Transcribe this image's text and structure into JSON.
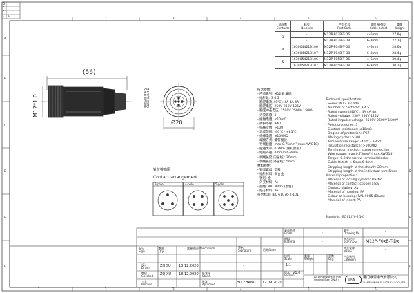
{
  "frame": {
    "top_cols": [
      "1",
      "2",
      "3",
      "4",
      "5",
      "6"
    ],
    "bottom_cols": [
      "1",
      "2",
      "3",
      "4",
      "5",
      "6"
    ],
    "left_rows": [
      "A",
      "B",
      "C",
      "D",
      "E",
      "F"
    ],
    "right_rows": [
      "A",
      "B",
      "C",
      "D",
      "E",
      "F"
    ]
  },
  "revision_corner": {
    "r1": "G",
    "r2": "F",
    "r3": "F",
    "r4": "F",
    "r5": "F"
  },
  "spec_table": {
    "headers": {
      "contacts": "插针数\nContacts",
      "code": "料号\nNo.code",
      "part": "产品代号\nPart Code",
      "cable": "电缆直径(D)\nCable outlet",
      "weight": "重量\nWeight"
    },
    "rows": [
      {
        "contacts": "3",
        "code": "-",
        "part": "M12P-F03B-T-D6",
        "cable": "4-6mm",
        "weight": "27.9g"
      },
      {
        "contacts": "",
        "code": "-",
        "part": "M12P-F03B-T-D8",
        "cable": "6-8mm",
        "weight": "27.7g"
      },
      {
        "contacts": "4",
        "code": "1630044213106",
        "part": "M12P-F04B-T-D6",
        "cable": "4-6mm",
        "weight": "28.6g"
      },
      {
        "contacts": "",
        "code": "1630044213107",
        "part": "M12P-F04B-T-D8",
        "cable": "6-8mm",
        "weight": "28.4g"
      },
      {
        "contacts": "5",
        "code": "1630054213106",
        "part": "M12P-F05B-T-D6",
        "cable": "4-6mm",
        "weight": "30.4g"
      },
      {
        "contacts": "",
        "code": "1630054213107",
        "part": "M12P-F05B-T-D8",
        "cable": "6-8mm",
        "weight": "30.2g"
      }
    ]
  },
  "drawing": {
    "dim_length": "(56)",
    "dim_diameter": "Ø20",
    "thread_label": "M12*1.0",
    "cable_label": "电缆出线 D:6.5\nCable outlet D"
  },
  "tech_cn": {
    "title": "技术参数:",
    "lines": [
      "- 产品系列: M12-B 编码",
      "- 插针数:                3       4       5",
      "- 额定电流(40℃):      4A     4A     4A",
      "- 额定电压:           250V   250V   125V",
      "- 额定冲击电压:     2500V  2500V  1500V",
      "- 污染等级:               3",
      "- 接触电阻:           ≤10mΩ",
      "- 防护等级:           IP67",
      "- 插拔次数:           >100",
      "- 温度范围:           -40℃ - +85℃",
      "- 绝缘电阻:           ≥100MΩ",
      "- 端接方式:           螺钉接驳",
      "- 导线截面:    max.0.75mm²(max.AWG18)",
      "- 扭矩大小:           0.2Nm (螺钉接驳)",
      "- 线缆外径:           4-6mm,6-8mm",
      "- 剥线长度(内层线):  20mm",
      "- 剥线长度(外层线):  5mm",
      "材料特性:",
      "- 锁紧螺母:           塑料",
      "- 插针材料:           铜合金",
      "- 镀层:               金",
      "- 外壳材料:           PA",
      "- 颜色:               RAL 9005 (黑色)",
      "- 插芯材料:           PA",
      "",
      "符合标准: IEC 61076-2-101"
    ]
  },
  "tech_en": {
    "title": "Technical specification:",
    "lines": [
      "- Series: M12 B-Code",
      "- Number of contacts:   3       4       5",
      "- Rated current(40℃):  4A     4A     4A",
      "- Rated voltage:          250V   250V   125V",
      "- Rated impulse voltage: 2500V 2500V 1500V",
      "- Pollution degree:   3",
      "- Contact resistance: ≤10mΩ",
      "- Degree of protection: IP67",
      "- Mating cycles: >100",
      "- Temperature range: -40℃ - +85℃",
      "- Insulation resistance: >100MΩ",
      "- Termination method: screw connection",
      "- Wire gauge: max.0.75mm² (max.AWG18)",
      "- Torque: 0.2Nm (screw terminal blocks)",
      "- Cable Outlet: 4-6mm,6-8mm",
      "- Stripping length of the sheath: 20mm",
      "- Stripping length of the individual wire:5mm",
      "Material properties:",
      "- Material of locking system: Plastic",
      "- Material of contact: copper alloy",
      "- Contact plating: Au",
      "- Material of housing: PA",
      "- Colour of housing: RAL 9005 (Black)",
      "- Material of insert: PA",
      "",
      "Standards: IEC 61076-2-101"
    ]
  },
  "contacts": {
    "title_cn": "针位排布图",
    "title_en": "Contact arrangement",
    "poles": [
      "3-pole",
      "4-pole",
      "5-pole"
    ]
  },
  "title_block": {
    "change_record": "变更描述/Description",
    "sig_label": "签名\nSignature",
    "date_label": "日期/Date",
    "mark_label": "标记\nSign",
    "qty_label": "数量\nQty",
    "drawn": "设计\nDrawn",
    "drawn_name": "ZH SU",
    "drawn_date": "18.12.2020",
    "checked": "审核\nChecked",
    "checked_name": "ZQ XU",
    "checked_date": "18.12.2020",
    "process": "工艺\nProcess",
    "approved": "批准\nApproved",
    "approved_name": "HQ ZHANG",
    "approved_date": "17.09.2020",
    "std_label": "标准化\nStand.",
    "finish_label": "表面处理\nFinish",
    "material_label": "材料\nMaterial",
    "scale_label": "比例\nScale",
    "scale": "1:1",
    "weight_label": "重量\nWeight",
    "weight_value": "-",
    "version_label": "版本\nVersion",
    "version": "V1.0",
    "sheet_label": "页数\nQty.",
    "units_note": "All Dimensions in mm\nOriginal Size DIN A 4",
    "drawing_no_label": "图号\nDrawing No.",
    "drawing_no": "-",
    "part_code_label": "产品代号\nPart Code",
    "part_code": "M12P-F0xB-T-Dx",
    "name_label": "产品名称\nName",
    "name_value": "-",
    "cat_label": "产品系列\nCategory",
    "cat_value": "-",
    "company_cn": "厦门唯恩电气有限公司",
    "company_en": "XIAMEN WAIN ELECTRICAL CO.,LTD",
    "logo_text": "WAIN",
    "dash": "-"
  }
}
